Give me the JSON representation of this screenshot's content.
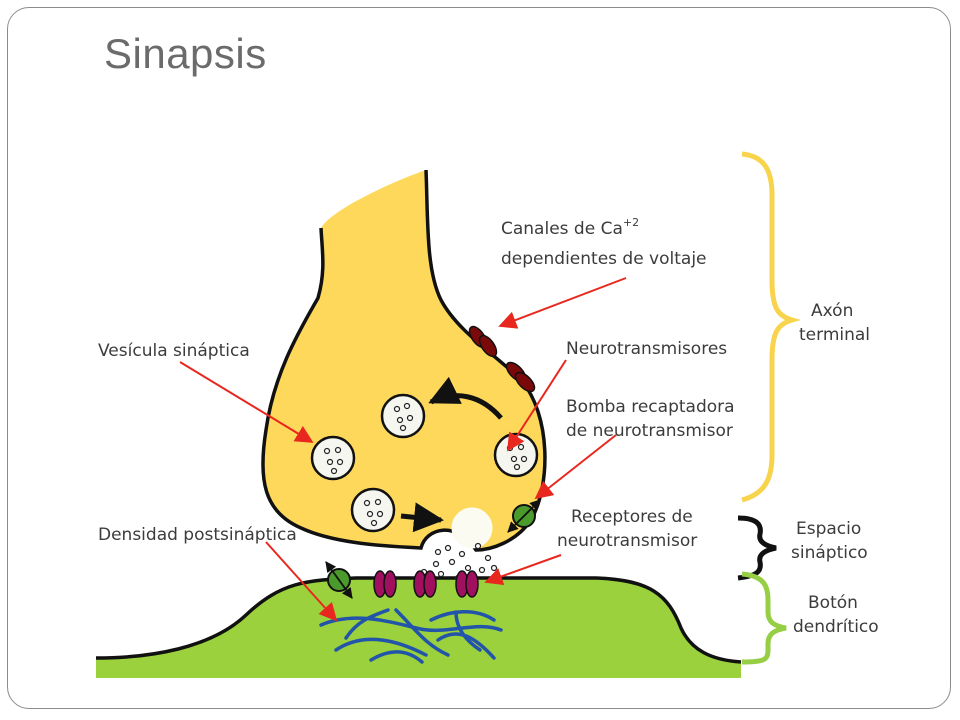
{
  "slide": {
    "title": "Sinapsis"
  },
  "labels": {
    "calcium_line1_base": "Canales de Ca",
    "calcium_line1_sup": "+2",
    "calcium_line2": "dependientes de voltaje",
    "vesicle": "Vesícula sináptica",
    "neurotransmitters": "Neurotransmisores",
    "pump_line1": "Bomba recaptadora",
    "pump_line2": "de neurotransmisor",
    "receptors_line1": "Receptores de",
    "receptors_line2": "neurotransmisor",
    "density": "Densidad postsináptica",
    "axon_line1": "Axón",
    "axon_line2": "terminal",
    "cleft_line1": "Espacio",
    "cleft_line2": "sináptico",
    "dendrite_line1": "Botón",
    "dendrite_line2": "dendrítico"
  },
  "colors": {
    "axon_fill": "#fdd85a",
    "dendrite_fill": "#9ad13c",
    "axon_brace": "#f7d44c",
    "cleft_brace": "#111111",
    "dendrite_brace": "#96cf45",
    "calcium_channel": "#7a0a0a",
    "receptor": "#a0105e",
    "pump": "#4a9a2c",
    "filament": "#2255aa",
    "arrow": "#e8281e"
  }
}
